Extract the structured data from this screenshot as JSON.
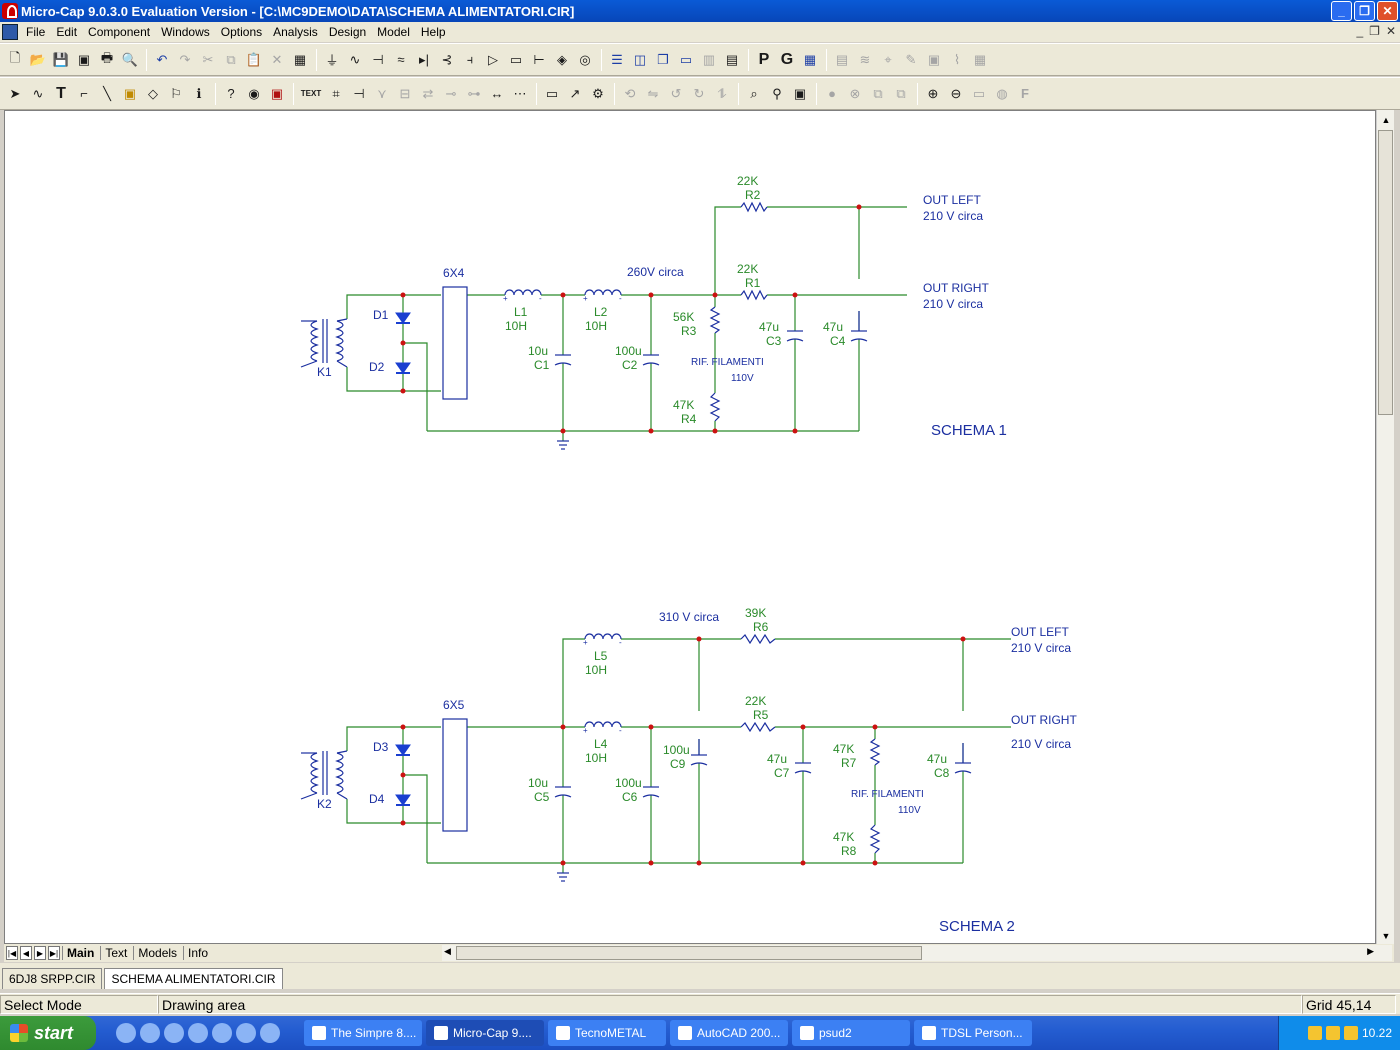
{
  "window": {
    "title": "Micro-Cap 9.0.3.0 Evaluation Version - [C:\\MC9DEMO\\DATA\\SCHEMA ALIMENTATORI.CIR]",
    "controls": [
      "_",
      "❐",
      "✕"
    ]
  },
  "menu": {
    "items": [
      "File",
      "Edit",
      "Component",
      "Windows",
      "Options",
      "Analysis",
      "Design",
      "Model",
      "Help"
    ],
    "mdi_controls": [
      "_",
      "❐",
      "✕"
    ]
  },
  "toolbar1": {
    "buttons": [
      "new-icon",
      "open-icon",
      "save-icon",
      "save-all-icon",
      "print-icon",
      "print-preview-icon",
      "undo-icon",
      "redo-icon",
      "cut-icon",
      "copy-icon",
      "paste-icon",
      "delete-icon",
      "select-all-icon",
      "ground-icon",
      "resistor-icon",
      "capacitor-icon",
      "inductor-icon",
      "diode-icon",
      "transistor-icon",
      "mosfet-icon",
      "opamp-icon",
      "macro-icon",
      "battery-icon",
      "source-icon",
      "sine-source-icon",
      "tile-horizontal-icon",
      "tile-vertical-icon",
      "cascade-icon",
      "window-icon",
      "split-icon",
      "calculator-icon",
      "pin-names-icon",
      "grid-icon",
      "component-editor-icon"
    ],
    "text_buttons": [
      "P",
      "G"
    ]
  },
  "toolbar2": {
    "buttons": [
      "select-mode-icon",
      "wire-mode-icon",
      "text-mode-icon",
      "wire-ortho-icon",
      "line-icon",
      "comp-mode-icon",
      "flag-icon",
      "info-icon",
      "help-icon",
      "point-icon",
      "display-icon",
      "text-label-icon",
      "node-numbers-icon",
      "pin-connect-icon",
      "zoom-in-icon",
      "zoom-out-icon"
    ],
    "text_label": "TEXT"
  },
  "schematic": {
    "schema1": {
      "tube": "6X4",
      "voltage_note": "260V circa",
      "out_left": [
        "OUT LEFT",
        "210 V circa"
      ],
      "out_right": [
        "OUT RIGHT",
        "210 V circa"
      ],
      "filament_note": [
        "RIF. FILAMENTI",
        "110V"
      ],
      "label": "SCHEMA 1",
      "parts": {
        "R2": [
          "22K",
          "R2"
        ],
        "R1": [
          "22K",
          "R1"
        ],
        "L1": [
          "L1",
          "10H"
        ],
        "L2": [
          "L2",
          "10H"
        ],
        "C1": [
          "10u",
          "C1"
        ],
        "C2": [
          "100u",
          "C2"
        ],
        "R3": [
          "56K",
          "R3"
        ],
        "R4": [
          "47K",
          "R4"
        ],
        "C3": [
          "47u",
          "C3"
        ],
        "C4": [
          "47u",
          "C4"
        ],
        "D1": "D1",
        "D2": "D2",
        "K1": "K1"
      }
    },
    "schema2": {
      "tube": "6X5",
      "voltage_note": "310 V circa",
      "out_left": [
        "OUT LEFT",
        "210 V circa"
      ],
      "out_right": [
        "OUT RIGHT",
        "210 V circa"
      ],
      "filament_note": [
        "RIF. FILAMENTI",
        "110V"
      ],
      "label": "SCHEMA 2",
      "parts": {
        "R6": [
          "39K",
          "R6"
        ],
        "R5": [
          "22K",
          "R5"
        ],
        "L5": [
          "L5",
          "10H"
        ],
        "L4": [
          "L4",
          "10H"
        ],
        "C5": [
          "10u",
          "C5"
        ],
        "C6": [
          "100u",
          "C6"
        ],
        "C9": [
          "100u",
          "C9"
        ],
        "C7": [
          "47u",
          "C7"
        ],
        "C8": [
          "47u",
          "C8"
        ],
        "R7": [
          "47K",
          "R7"
        ],
        "R8": [
          "47K",
          "R8"
        ],
        "D3": "D3",
        "D4": "D4",
        "K2": "K2"
      }
    }
  },
  "sheet_tabs": [
    "Main",
    "Text",
    "Models",
    "Info"
  ],
  "file_tabs": [
    "6DJ8 SRPP.CIR",
    "SCHEMA ALIMENTATORI.CIR"
  ],
  "status": {
    "mode": "Select Mode",
    "area": "Drawing area",
    "grid": "Grid 45,14"
  },
  "taskbar": {
    "start": "start",
    "tasks": [
      "The Simpre 8....",
      "Micro-Cap 9....",
      "TecnoMETAL",
      "AutoCAD 200...",
      "psud2",
      "TDSL Person..."
    ],
    "clock": "10.22"
  },
  "colors": {
    "wire": "#2a8a2a",
    "component": "#1b2fa0",
    "node": "#cc1111",
    "diode": "#1a3fd0"
  }
}
